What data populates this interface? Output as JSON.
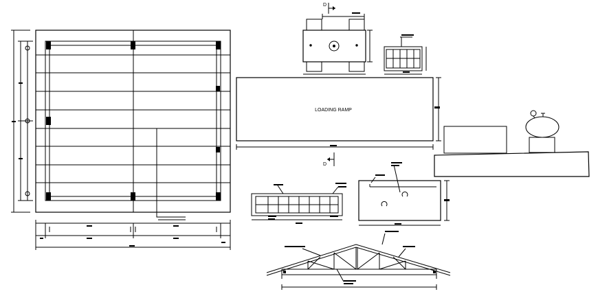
{
  "labels": {
    "loading_ramp": "LOADING RAMP",
    "section_marker_top": "D",
    "section_marker_bottom": "D"
  },
  "colors": {
    "line": "#000000",
    "background": "#ffffff"
  }
}
